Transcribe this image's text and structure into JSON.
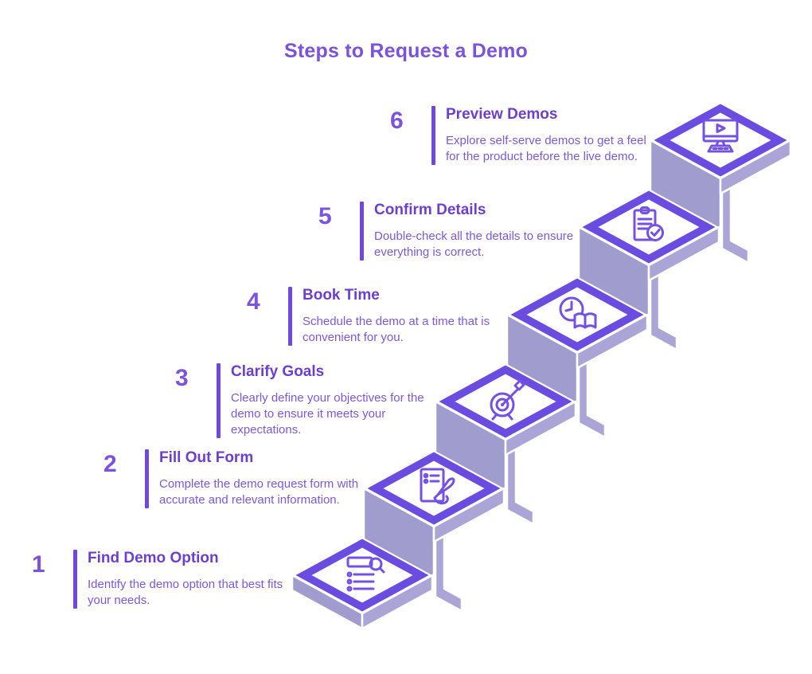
{
  "title": "Steps to Request a Demo",
  "colors": {
    "accent_border": "#6b4ce1",
    "icon_stroke": "#7450e4",
    "main_title": "#7a52dd",
    "step_title": "#6c3ed2",
    "description": "#7d57e1",
    "number": "#7a54e0",
    "bar": "#7048e0",
    "face_left": "#a19cce",
    "face_right": "#aaa5d6",
    "background": "#ffffff"
  },
  "steps": [
    {
      "number": "1",
      "title": "Find Demo Option",
      "description": "Identify the demo option that best fits your needs.",
      "icon": "search-list-icon"
    },
    {
      "number": "2",
      "title": "Fill Out Form",
      "description": "Complete the demo request form with accurate and relevant information.",
      "icon": "form-writing-icon"
    },
    {
      "number": "3",
      "title": "Clarify Goals",
      "description": "Clearly define your objectives for the demo to ensure it meets your expectations.",
      "icon": "target-arrow-icon"
    },
    {
      "number": "4",
      "title": "Book Time",
      "description": "Schedule the demo at a time that is convenient for you.",
      "icon": "clock-book-icon"
    },
    {
      "number": "5",
      "title": "Confirm Details",
      "description": "Double-check all the details to ensure everything is correct.",
      "icon": "clipboard-check-icon"
    },
    {
      "number": "6",
      "title": "Preview Demos",
      "description": "Explore self-serve demos to get a feel for the product before the live demo.",
      "icon": "monitor-play-icon"
    }
  ]
}
